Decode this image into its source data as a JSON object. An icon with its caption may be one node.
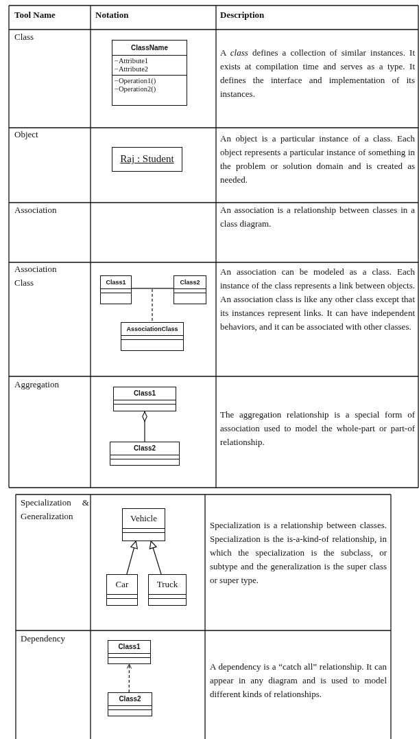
{
  "diagram": {
    "nodes": [
      {
        "text": [
          "ClassName",
          "−Attribute1 −Attribute2",
          "−Operation1() −Operation2()"
        ]
      },
      {
        "text": [
          "Raj : Student"
        ]
      },
      {
        "text": [
          "Class1"
        ]
      },
      {
        "text": [
          "Class2"
        ]
      },
      {
        "text": [
          "AssociationClass"
        ]
      },
      {
        "text": [
          "Class1"
        ]
      },
      {
        "text": [
          "Class2"
        ]
      },
      {
        "text": [
          "Vehicle"
        ]
      },
      {
        "text": [
          "Car"
        ]
      },
      {
        "text": [
          "Truck"
        ]
      },
      {
        "text": [
          "Class1"
        ]
      },
      {
        "text": [
          "Class2"
        ]
      }
    ],
    "edges": [
      {
        "from": 2,
        "to": 3,
        "arrow": "none"
      },
      {
        "from": null,
        "to": 4,
        "arrow": "none",
        "style": "dashed"
      },
      {
        "from": 6,
        "to": 5,
        "arrow": "other"
      },
      {
        "from": 8,
        "to": 7,
        "arrow": "to"
      },
      {
        "from": 9,
        "to": 7,
        "arrow": "to"
      },
      {
        "from": 11,
        "to": 10,
        "arrow": "to",
        "style": "dashed"
      }
    ],
    "labels": [
      "Tool Name",
      "Notation",
      "Description",
      "Class",
      "A *class* defines a collection of similar instances. It exists at compilation time and serves as a type. It defines the interface and implementation of its instances.",
      "Object",
      "An object is a particular instance of a class. Each object represents a particular instance of something in the problem or solution domain and is created as needed.",
      "Association",
      "An association is a relationship between classes in a class diagram.",
      "Association Class",
      "An association can be modeled as a class. Each instance of the class represents a link between objects. An association class is like any other class except that its instances represent links. It can have independent behaviors, and it can be associated with other classes.",
      "Aggregation",
      "The aggregation relationship is a special form of association used to model the whole-part or part-of relationship.",
      "Specialization & Generalization",
      "Specialization is a relationship between classes. Specialization is the is-a-kind-of relationship, in which the specialization is the subclass, or subtype and the generalization is the super class or super type.",
      "Dependency",
      "A dependency is a “catch all” relationship. It can appear in any diagram and is used to model different kinds of relationships."
    ]
  }
}
